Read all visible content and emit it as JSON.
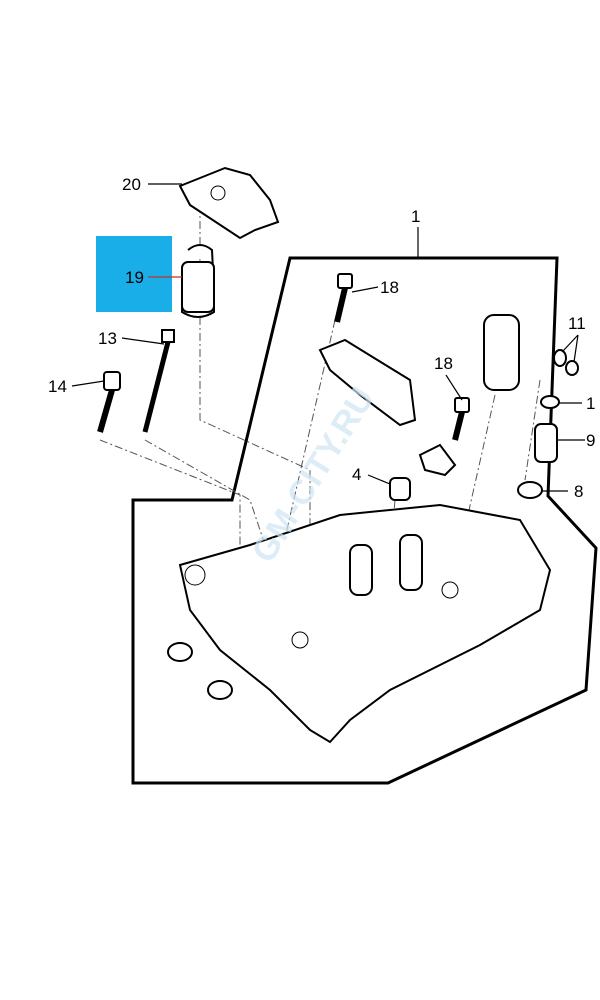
{
  "diagram": {
    "highlight_color": "#1aaee8",
    "highlight_text_color": "#c0302a",
    "watermark": "GM-CITY.RU",
    "callouts": [
      {
        "id": "c20",
        "label": "20"
      },
      {
        "id": "c19",
        "label": "19",
        "highlighted": true
      },
      {
        "id": "c1",
        "label": "1"
      },
      {
        "id": "c18a",
        "label": "18"
      },
      {
        "id": "c18b",
        "label": "18"
      },
      {
        "id": "c13",
        "label": "13"
      },
      {
        "id": "c14",
        "label": "14"
      },
      {
        "id": "c11",
        "label": "11"
      },
      {
        "id": "c10",
        "label": "1"
      },
      {
        "id": "c9",
        "label": "9"
      },
      {
        "id": "c8",
        "label": "8"
      },
      {
        "id": "c4",
        "label": "4"
      }
    ]
  }
}
